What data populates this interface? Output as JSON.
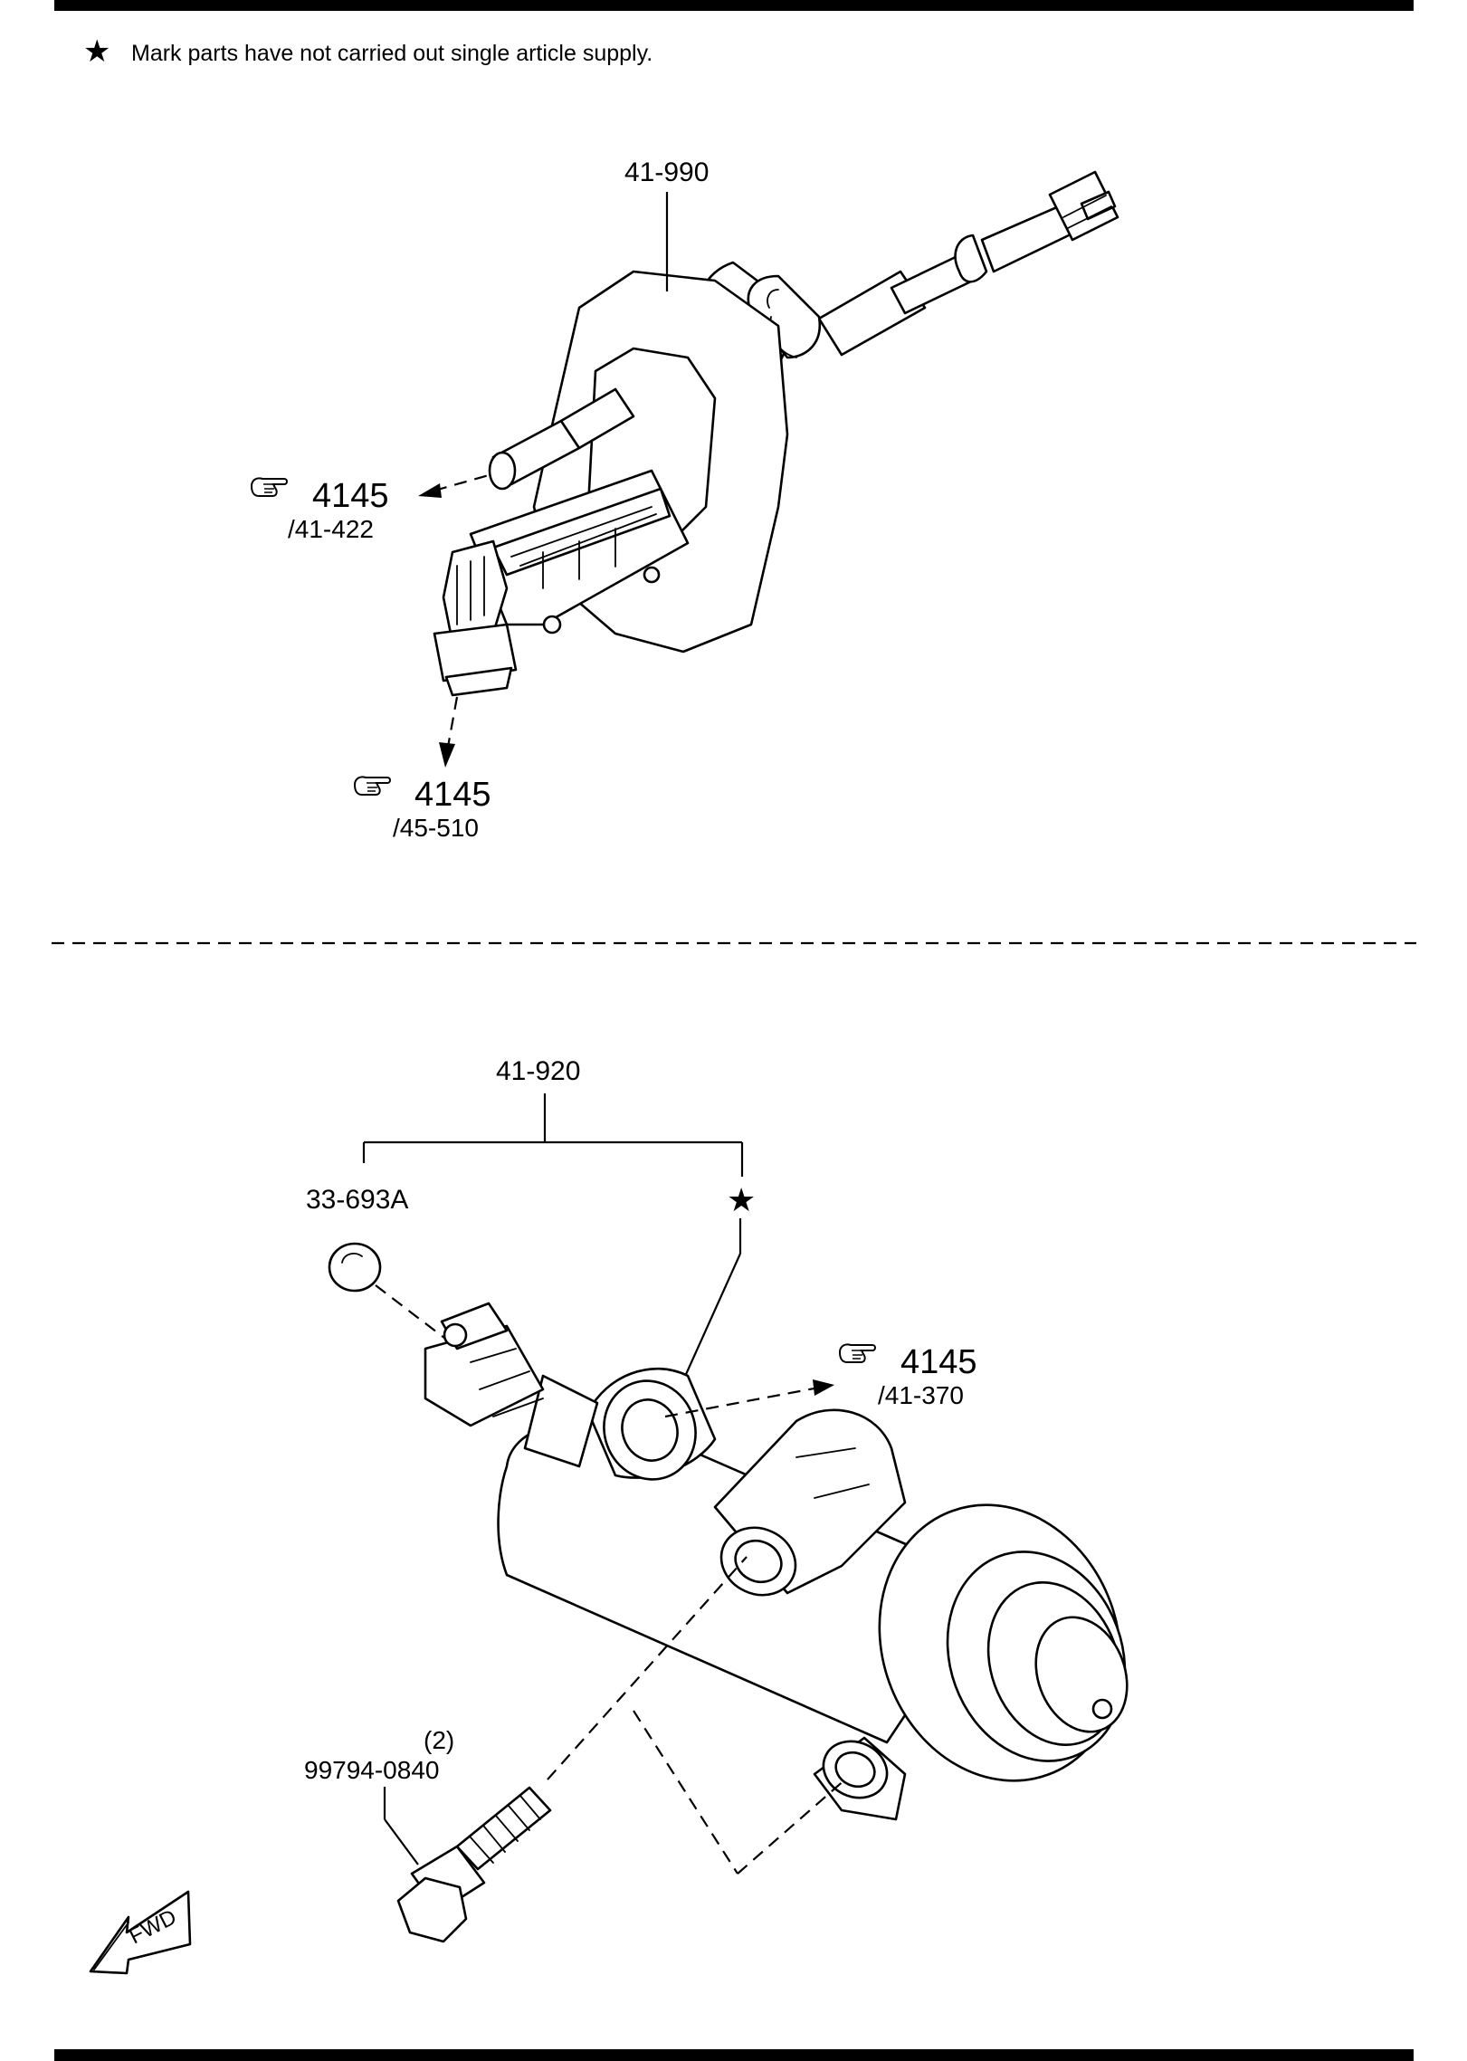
{
  "note": {
    "star_symbol": "★",
    "text": "Mark parts have not carried out single article supply."
  },
  "top_assembly": {
    "part_number": "41-990",
    "refs": [
      {
        "ref": "4145",
        "sub": "/41-422"
      },
      {
        "ref": "4145",
        "sub": "/45-510"
      }
    ]
  },
  "bottom_assembly": {
    "part_number": "41-920",
    "cap_part": "33-693A",
    "star_symbol": "★",
    "ref": {
      "ref": "4145",
      "sub": "/41-370"
    },
    "bolt": {
      "qty": "(2)",
      "part": "99794-0840"
    }
  },
  "fwd_label": "FWD",
  "icons": [
    "hand-pointer-icon",
    "star-icon",
    "fwd-arrow-icon"
  ]
}
